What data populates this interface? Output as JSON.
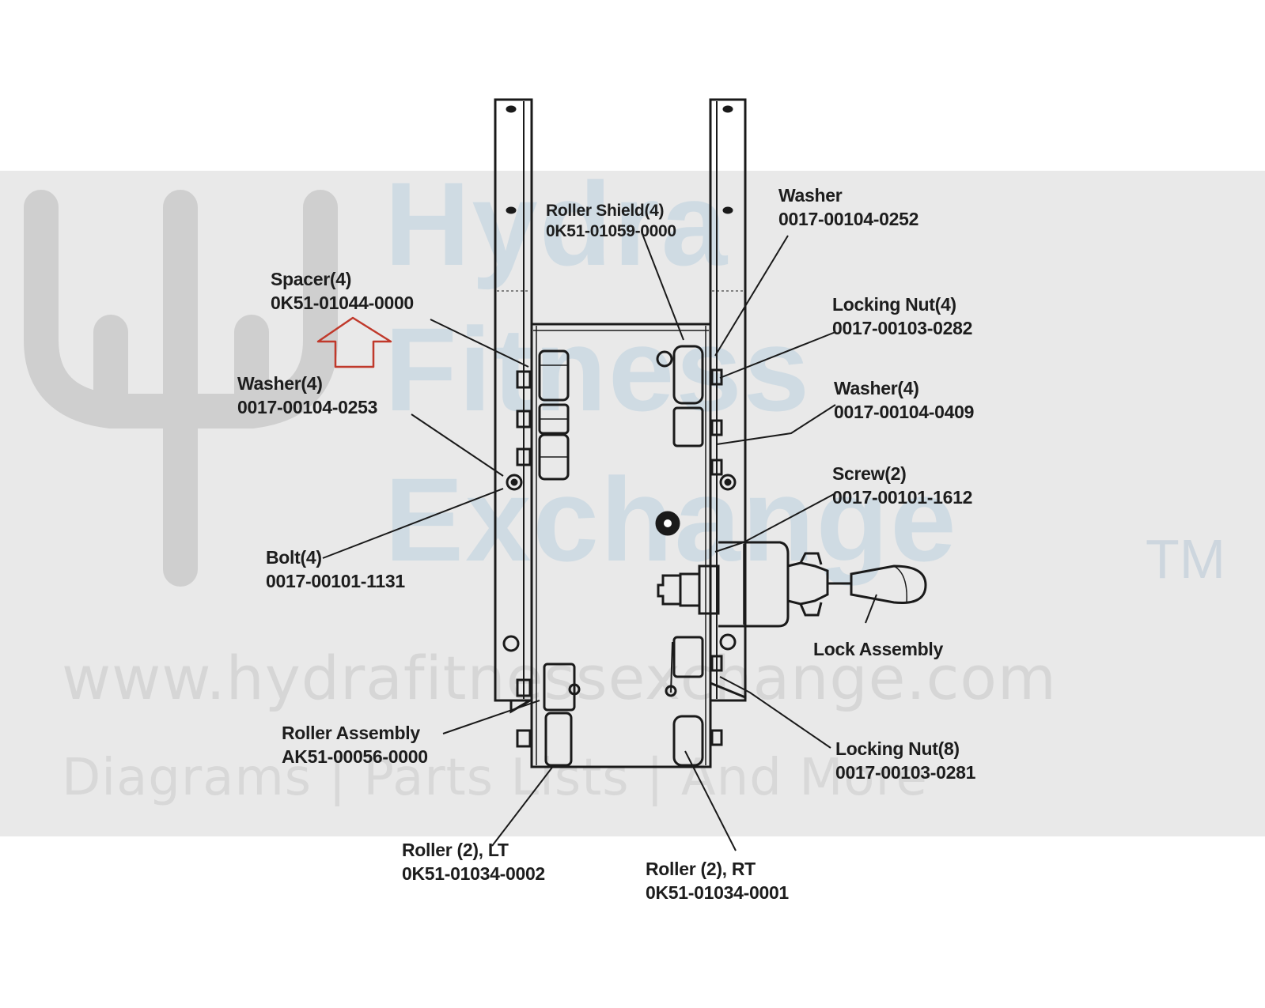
{
  "watermark": {
    "line1": "Hydra",
    "line2": "Fitness",
    "line3": "Exchange",
    "trademark": "TM",
    "url": "www.hydrafitnessexchange.com",
    "tagline": "Diagrams | Parts Lists | And More",
    "logo_icon": "psi-trident-logo",
    "colors": {
      "band": "#e9e9e9",
      "brand_text": "#cfdbe3",
      "logo": "#cfcfcf"
    }
  },
  "highlight": {
    "icon": "outline-up-arrow",
    "color": "#c0392b"
  },
  "callouts": {
    "roller_shield": {
      "name": "Roller Shield(4)",
      "part": "0K51-01059-0000"
    },
    "washer_top": {
      "name": "Washer",
      "part": "0017-00104-0252"
    },
    "spacer": {
      "name": "Spacer(4)",
      "part": "0K51-01044-0000"
    },
    "locking_nut_4": {
      "name": "Locking Nut(4)",
      "part": "0017-00103-0282"
    },
    "washer_left": {
      "name": "Washer(4)",
      "part": "0017-00104-0253"
    },
    "washer_right": {
      "name": "Washer(4)",
      "part": "0017-00104-0409"
    },
    "screw": {
      "name": "Screw(2)",
      "part": "0017-00101-1612"
    },
    "bolt": {
      "name": "Bolt(4)",
      "part": "0017-00101-1131"
    },
    "lock_assembly": {
      "name": "Lock Assembly"
    },
    "roller_assembly": {
      "name": "Roller Assembly",
      "part": "AK51-00056-0000"
    },
    "locking_nut_8": {
      "name": "Locking Nut(8)",
      "part": "0017-00103-0281"
    },
    "roller_lt": {
      "name": "Roller (2), LT",
      "part": "0K51-01034-0002"
    },
    "roller_rt": {
      "name": "Roller (2), RT",
      "part": "0K51-01034-0001"
    }
  }
}
